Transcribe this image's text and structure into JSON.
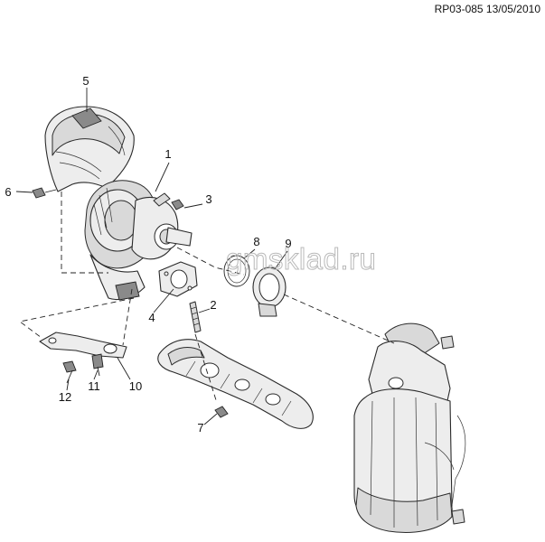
{
  "header": {
    "reference": "RP03-085 13/05/2010"
  },
  "watermark": "gmsklad.ru",
  "callouts": [
    {
      "number": "1"
    },
    {
      "number": "2"
    },
    {
      "number": "3"
    },
    {
      "number": "4"
    },
    {
      "number": "5"
    },
    {
      "number": "6"
    },
    {
      "number": "7"
    },
    {
      "number": "8"
    },
    {
      "number": "9"
    },
    {
      "number": "10"
    },
    {
      "number": "11"
    },
    {
      "number": "12"
    }
  ]
}
